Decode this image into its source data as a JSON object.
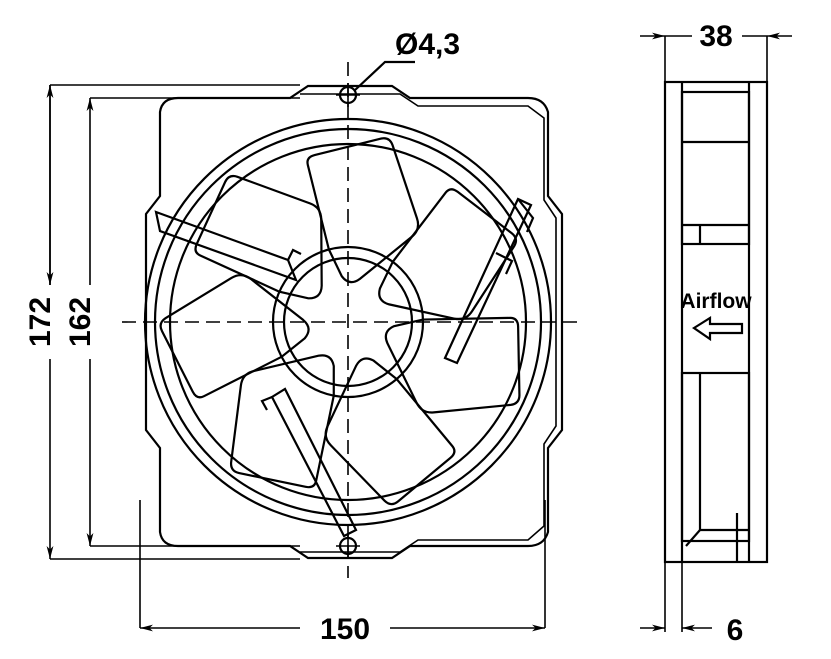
{
  "drawing": {
    "title": "Axial fan dimensional drawing",
    "line_color": "#000000",
    "background_color": "#ffffff",
    "views": {
      "front": {
        "name": "front-view",
        "dimensions": {
          "height_outer": "172",
          "height_mounting": "162",
          "width_mounting": "150",
          "hole_diameter": "Ø4,3"
        }
      },
      "side": {
        "name": "side-view",
        "dimensions": {
          "depth": "38",
          "flange_thickness": "6"
        },
        "airflow_label": "Airflow",
        "airflow_direction": "left"
      }
    }
  },
  "labels": {
    "dim_172": "172",
    "dim_162": "162",
    "dim_150": "150",
    "dim_38": "38",
    "dim_6": "6",
    "dia_43": "Ø4,3",
    "airflow": "Airflow"
  },
  "icons": {
    "airflow_arrow": "arrow-left-icon",
    "mounting_hole": "mounting-hole-icon"
  }
}
